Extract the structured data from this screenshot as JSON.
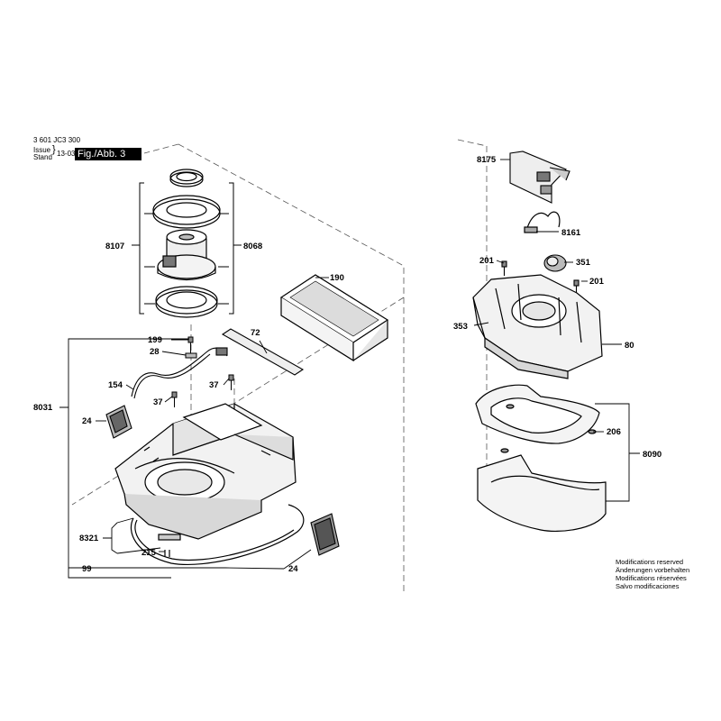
{
  "header": {
    "part_number": "3 601 JC3 300",
    "issue_label": "Issue",
    "stand_label": "Stand",
    "date": "13-03-14",
    "figure_label": "Fig./Abb. 3"
  },
  "notes": [
    "Modifications reserved",
    "Änderungen vorbehalten",
    "Modifications réservées",
    "Salvo modificaciones"
  ],
  "callouts": {
    "c8175": "8175",
    "c8161": "8161",
    "c201a": "201",
    "c351": "351",
    "c201b": "201",
    "c353": "353",
    "c80": "80",
    "c206": "206",
    "c8090": "8090",
    "c8107": "8107",
    "c8068": "8068",
    "c190": "190",
    "c199": "199",
    "c28": "28",
    "c72": "72",
    "c154": "154",
    "c37a": "37",
    "c37b": "37",
    "c8031": "8031",
    "c24a": "24",
    "c8321": "8321",
    "c215": "215",
    "c99": "99",
    "c24b": "24"
  }
}
